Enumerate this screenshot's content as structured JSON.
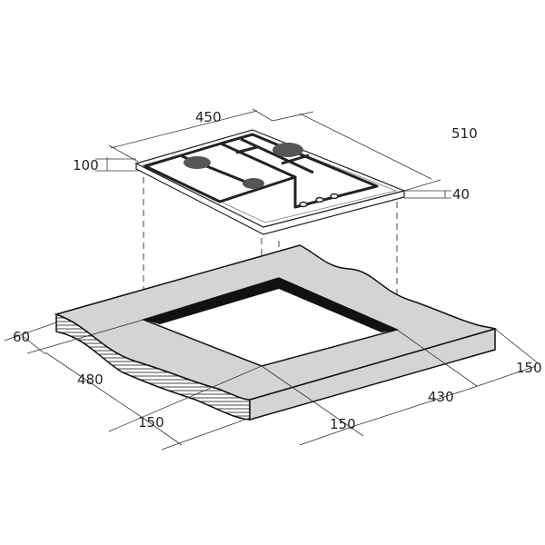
{
  "diagram": {
    "hob_dimensions": {
      "width": "450",
      "depth": "510",
      "height_with_grates": "100",
      "height_below": "40"
    },
    "cutout_dimensions": {
      "countertop_thickness": "60",
      "cutout_depth": "480",
      "front_margin": "150",
      "side_margin_left": "150",
      "cutout_width": "430",
      "side_margin_right": "150"
    },
    "colors": {
      "countertop": "#d4d4d4",
      "cutout_edge": "#111111",
      "burner": "#555555"
    }
  }
}
